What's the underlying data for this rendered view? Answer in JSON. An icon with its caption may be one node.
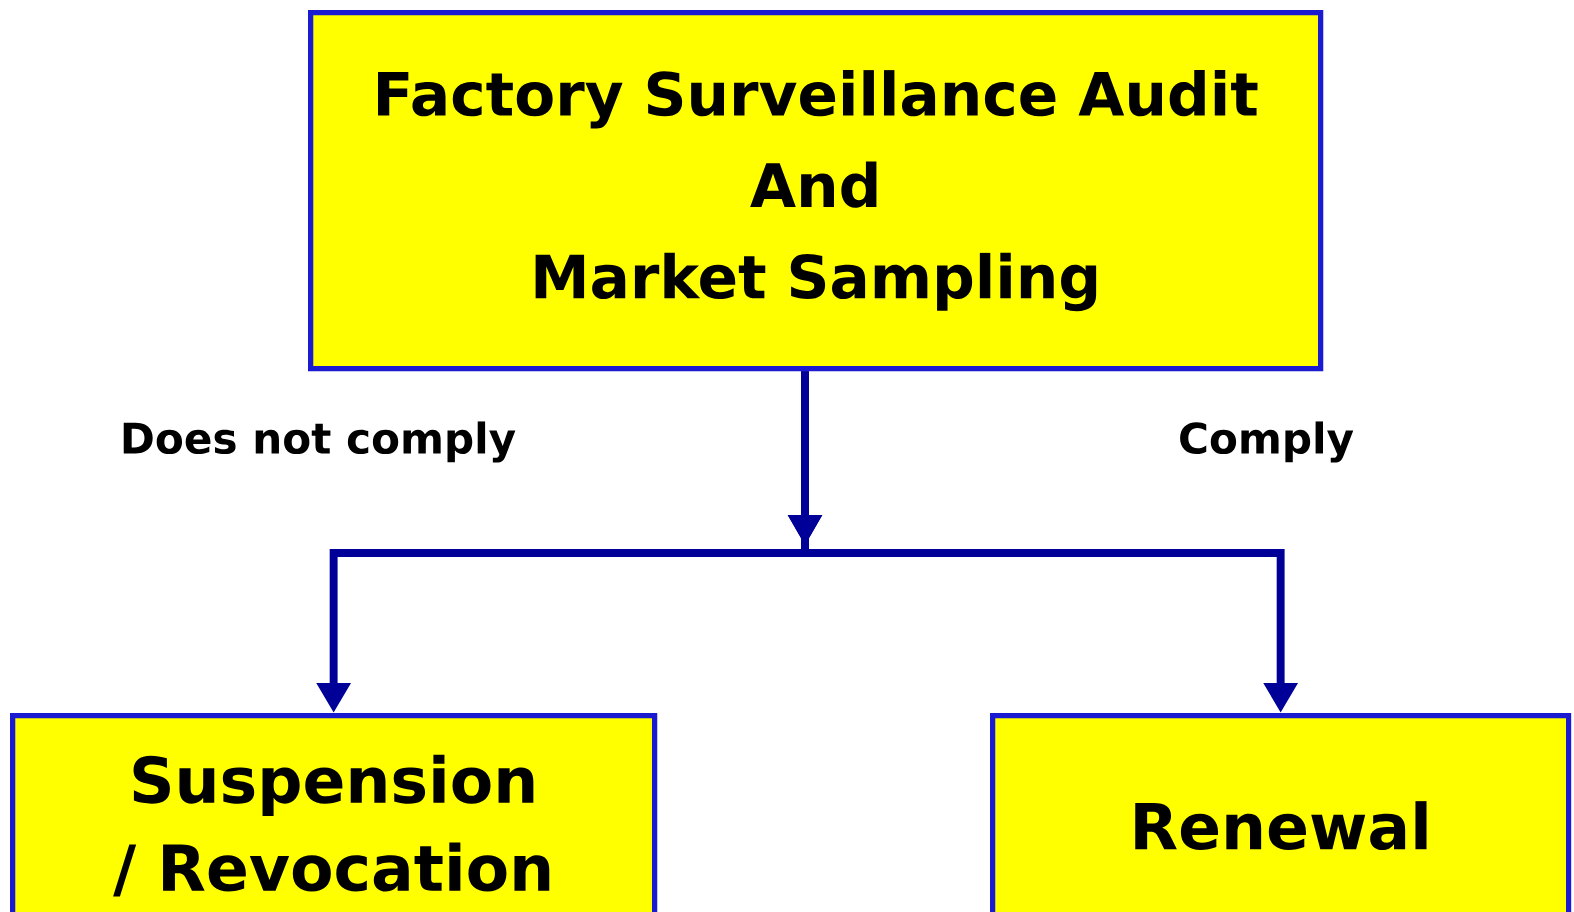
{
  "diagram": {
    "nodes": [
      {
        "text": [
          "Factory Surveillance Audit",
          "And",
          "Market Sampling"
        ]
      },
      {
        "text": [
          "Suspension / Revocation"
        ]
      },
      {
        "text": [
          "Renewal"
        ]
      }
    ],
    "edges": [
      {
        "from": 0,
        "to": 1,
        "arrow": "to",
        "label": "Does not comply"
      },
      {
        "from": 0,
        "to": 2,
        "arrow": "to",
        "label": "Comply"
      }
    ]
  }
}
